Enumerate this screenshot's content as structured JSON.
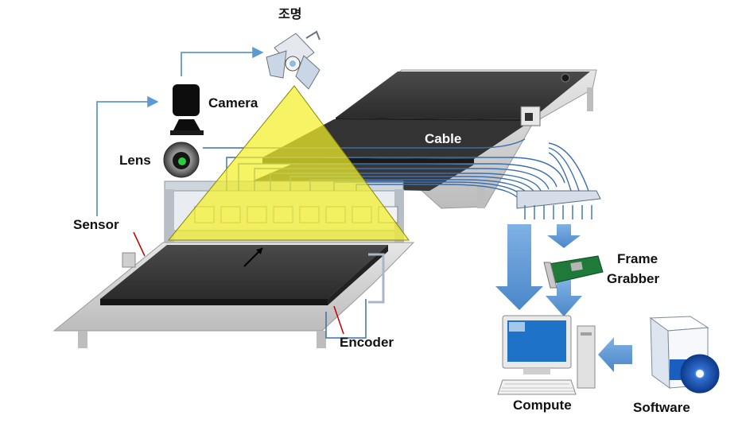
{
  "labels": {
    "lighting": "조명",
    "camera": "Camera",
    "lens": "Lens",
    "sensor": "Sensor",
    "cable": "Cable",
    "frame_grabber_line1": "Frame",
    "frame_grabber_line2": "Grabber",
    "encoder": "Encoder",
    "compute": "Compute",
    "software": "Software"
  },
  "colors": {
    "light_cone": "#f2ef2a",
    "flow_arrow": "#5b9bd5",
    "conveyor_belt": "#3a3a3a",
    "conveyor_frame": "#d9d9d9",
    "cable_line": "#3c6fb0",
    "pointer_red": "#c00000"
  },
  "icons": [
    "lamp-icon",
    "camera-icon",
    "lens-icon",
    "pc-icon",
    "software-box-icon",
    "frame-grabber-card-icon"
  ]
}
